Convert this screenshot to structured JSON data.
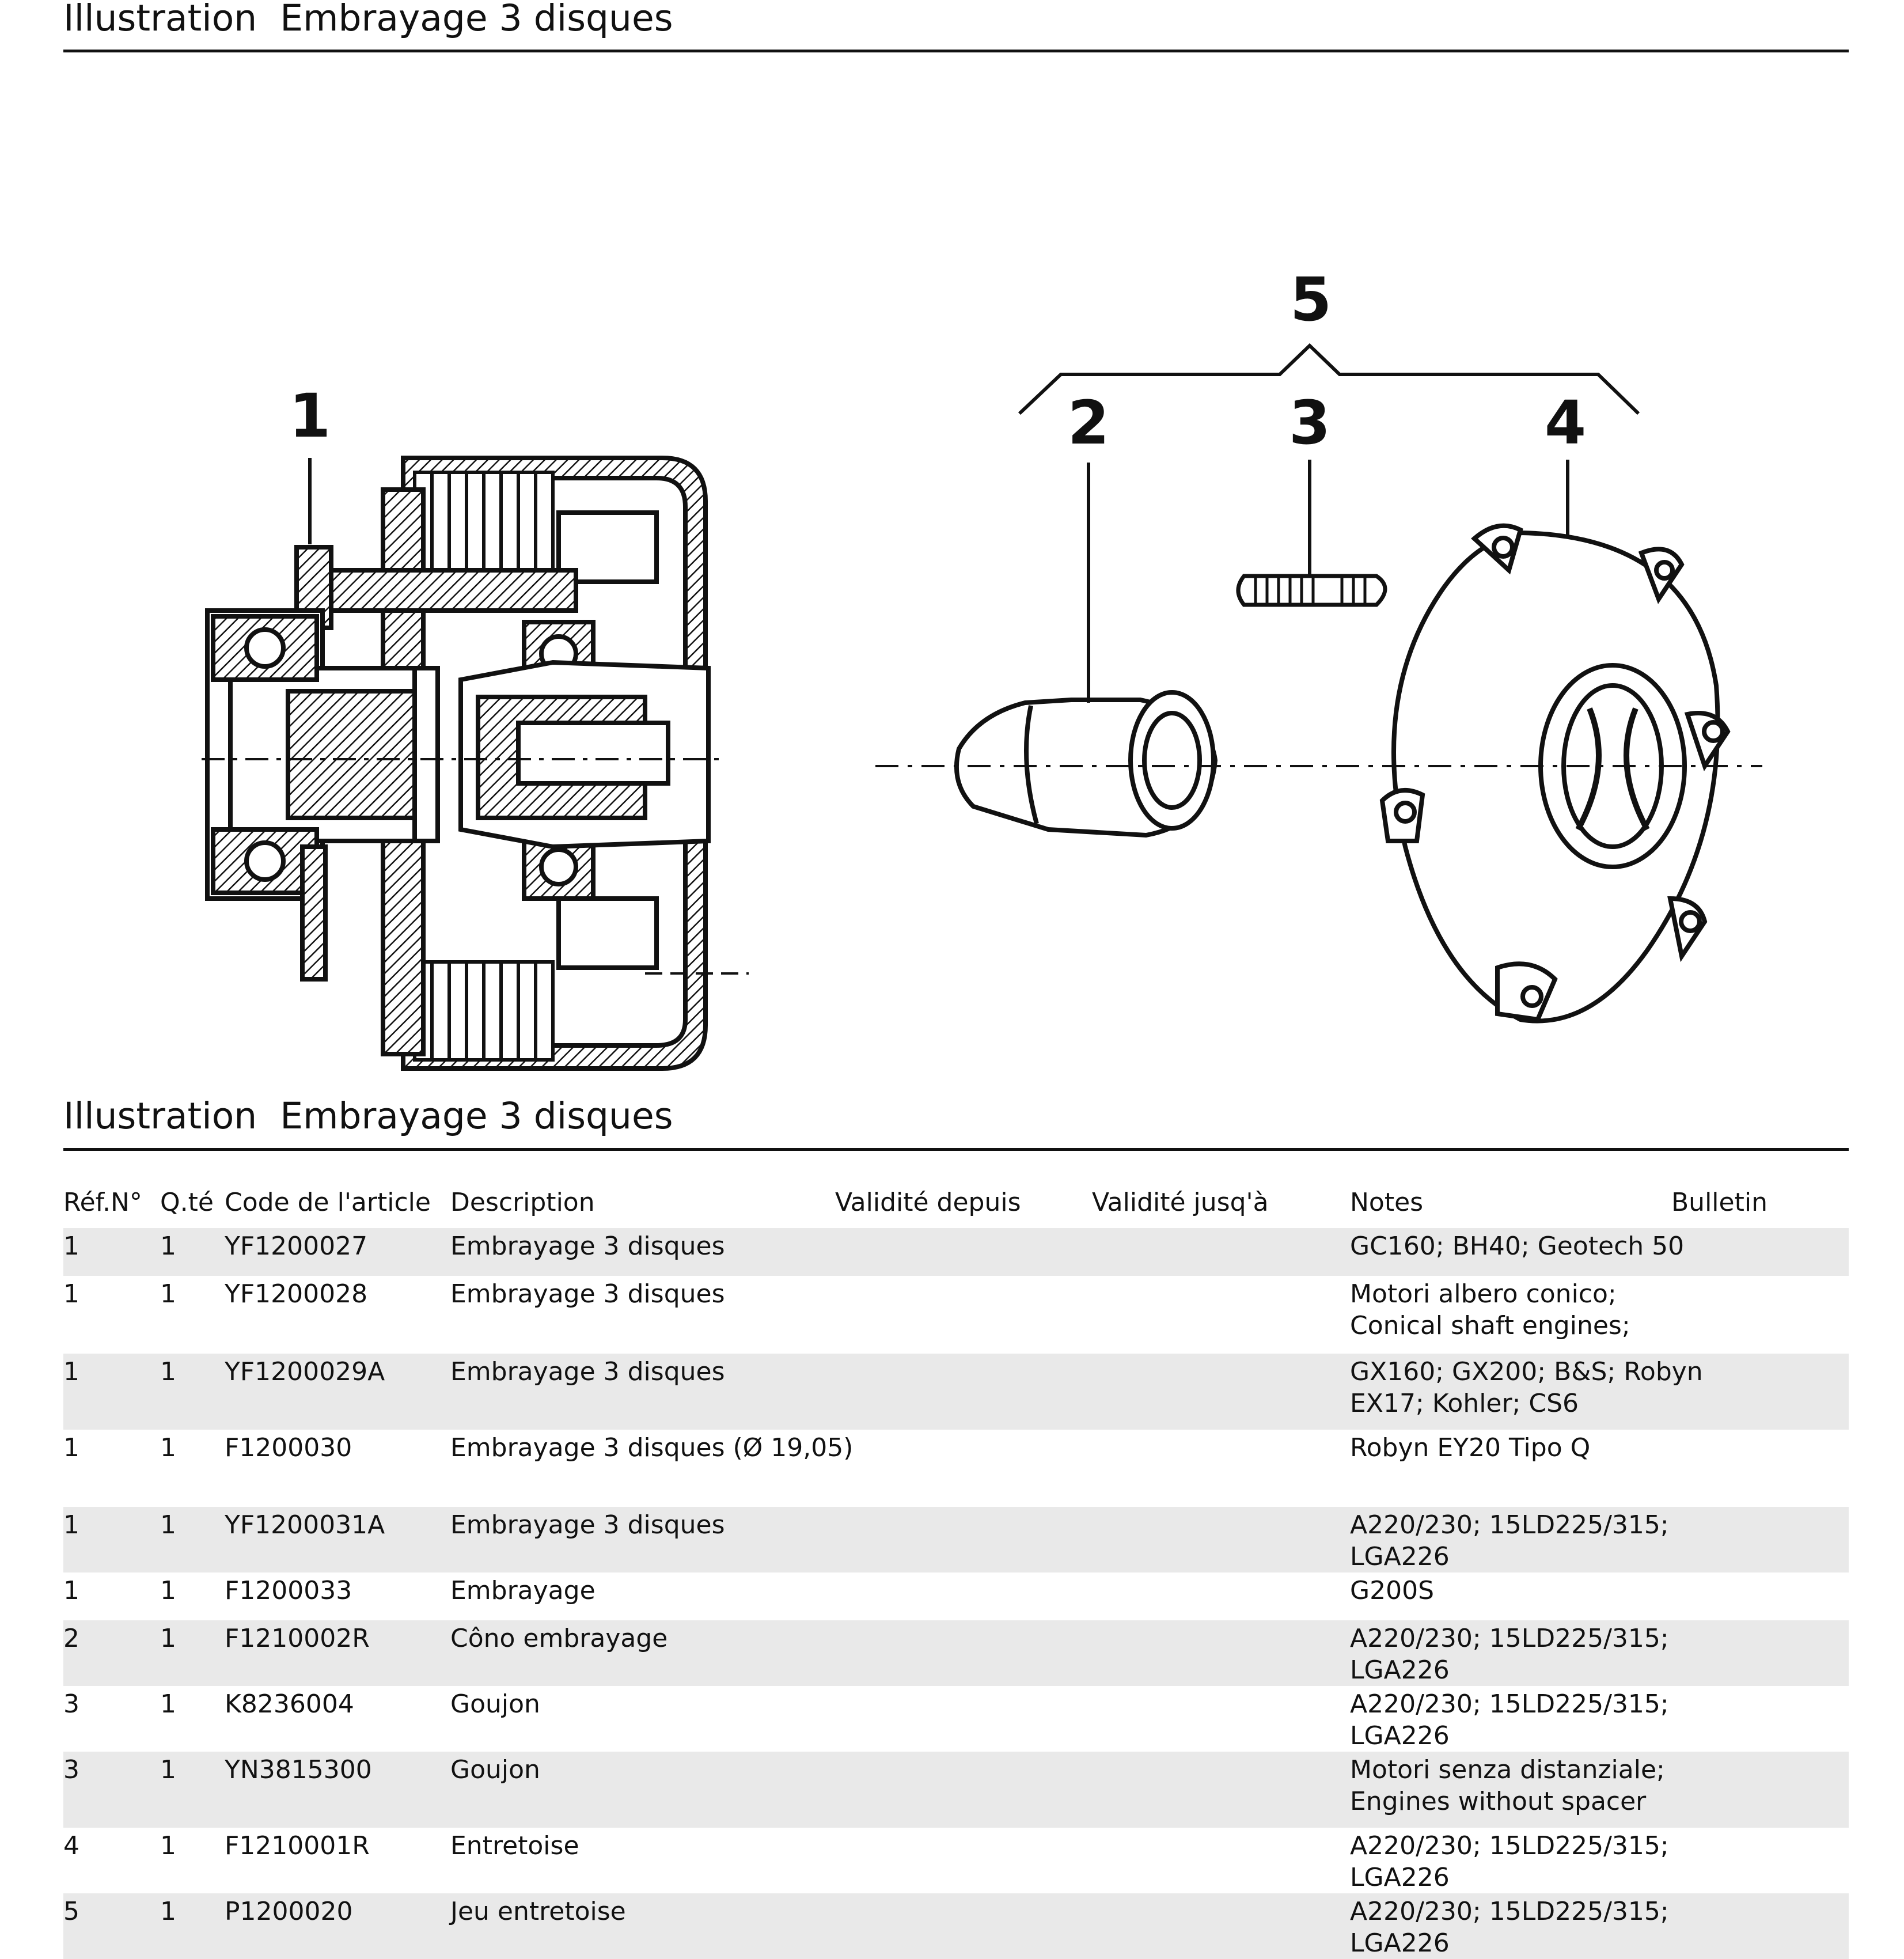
{
  "header": {
    "label": "Illustration",
    "title": "Embrayage 3 disques"
  },
  "callouts": [
    "1",
    "2",
    "3",
    "4",
    "5"
  ],
  "table": {
    "columns": [
      "Réf.N°",
      "Q.té",
      "Code de l'article",
      "Description",
      "Validité depuis",
      "Validité jusq'à",
      "Notes",
      "Bulletin"
    ],
    "rows": [
      {
        "ref": "1",
        "qty": "1",
        "code": "YF1200027",
        "desc": "Embrayage 3 disques",
        "from": "",
        "to": "",
        "notes": [
          "GC160; BH40; Geotech 50"
        ],
        "bulletin": ""
      },
      {
        "ref": "1",
        "qty": "1",
        "code": "YF1200028",
        "desc": "Embrayage 3 disques",
        "from": "",
        "to": "",
        "notes": [
          "Motori albero conico;",
          "Conical shaft engines;"
        ],
        "bulletin": ""
      },
      {
        "ref": "1",
        "qty": "1",
        "code": "YF1200029A",
        "desc": "Embrayage 3 disques",
        "from": "",
        "to": "",
        "notes": [
          "GX160; GX200; B&S; Robyn",
          "EX17; Kohler; CS6"
        ],
        "bulletin": ""
      },
      {
        "ref": "1",
        "qty": "1",
        "code": "F1200030",
        "desc": "Embrayage 3 disques (Ø 19,05)",
        "from": "",
        "to": "",
        "notes": [
          "Robyn EY20 Tipo Q"
        ],
        "bulletin": ""
      },
      {
        "ref": "1",
        "qty": "1",
        "code": "YF1200031A",
        "desc": "Embrayage 3 disques",
        "from": "",
        "to": "",
        "notes": [
          "A220/230; 15LD225/315;",
          "LGA226"
        ],
        "bulletin": ""
      },
      {
        "ref": "1",
        "qty": "1",
        "code": "F1200033",
        "desc": "Embrayage",
        "from": "",
        "to": "",
        "notes": [
          "G200S"
        ],
        "bulletin": ""
      },
      {
        "ref": "2",
        "qty": "1",
        "code": "F1210002R",
        "desc": "Côno embrayage",
        "from": "",
        "to": "",
        "notes": [
          "A220/230; 15LD225/315;",
          "LGA226"
        ],
        "bulletin": ""
      },
      {
        "ref": "3",
        "qty": "1",
        "code": "K8236004",
        "desc": "Goujon",
        "from": "",
        "to": "",
        "notes": [
          "A220/230; 15LD225/315;",
          "LGA226"
        ],
        "bulletin": ""
      },
      {
        "ref": "3",
        "qty": "1",
        "code": "YN3815300",
        "desc": "Goujon",
        "from": "",
        "to": "",
        "notes": [
          "Motori senza distanziale;",
          "Engines without spacer"
        ],
        "bulletin": ""
      },
      {
        "ref": "4",
        "qty": "1",
        "code": "F1210001R",
        "desc": "Entretoise",
        "from": "",
        "to": "",
        "notes": [
          "A220/230; 15LD225/315;",
          "LGA226"
        ],
        "bulletin": ""
      },
      {
        "ref": "5",
        "qty": "1",
        "code": "P1200020",
        "desc": "Jeu entretoise",
        "from": "",
        "to": "",
        "notes": [
          "A220/230; 15LD225/315;",
          "LGA226"
        ],
        "bulletin": ""
      }
    ]
  }
}
